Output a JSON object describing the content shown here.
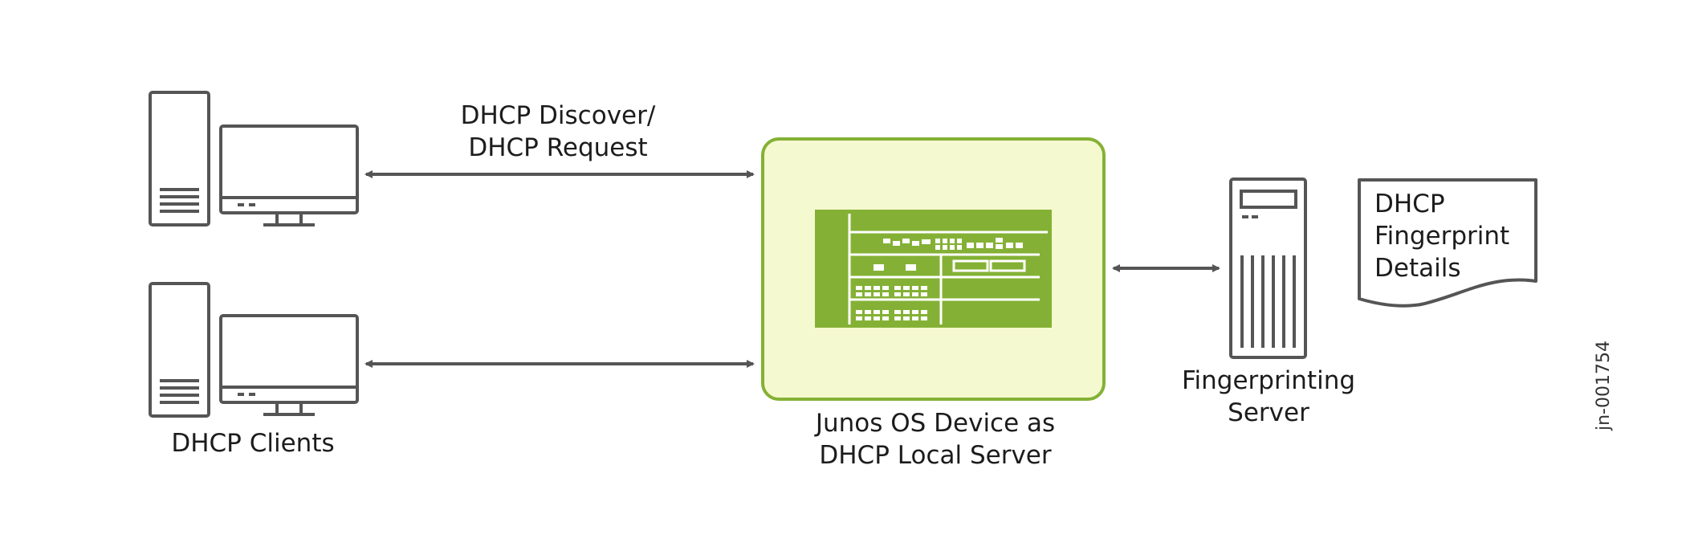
{
  "labels": {
    "request_arrow": [
      "DHCP Discover/",
      "DHCP Request"
    ],
    "clients": "DHCP Clients",
    "local_server": [
      "Junos OS Device as",
      "DHCP Local Server"
    ],
    "fingerprinting_server": [
      "Fingerprinting",
      "Server"
    ],
    "fingerprint_doc": [
      "DHCP",
      "Fingerprint",
      "Details"
    ],
    "figure_id": "jn-001754"
  },
  "colors": {
    "stroke": "#555555",
    "device_box_fill": "#f5f9cf",
    "device_box_border": "#84b135",
    "device_panel": "#84b135",
    "device_panel_lines": "#ffffff"
  },
  "icons": [
    "desktop-computer-icon",
    "network-switch-icon",
    "tower-server-icon",
    "document-icon"
  ]
}
